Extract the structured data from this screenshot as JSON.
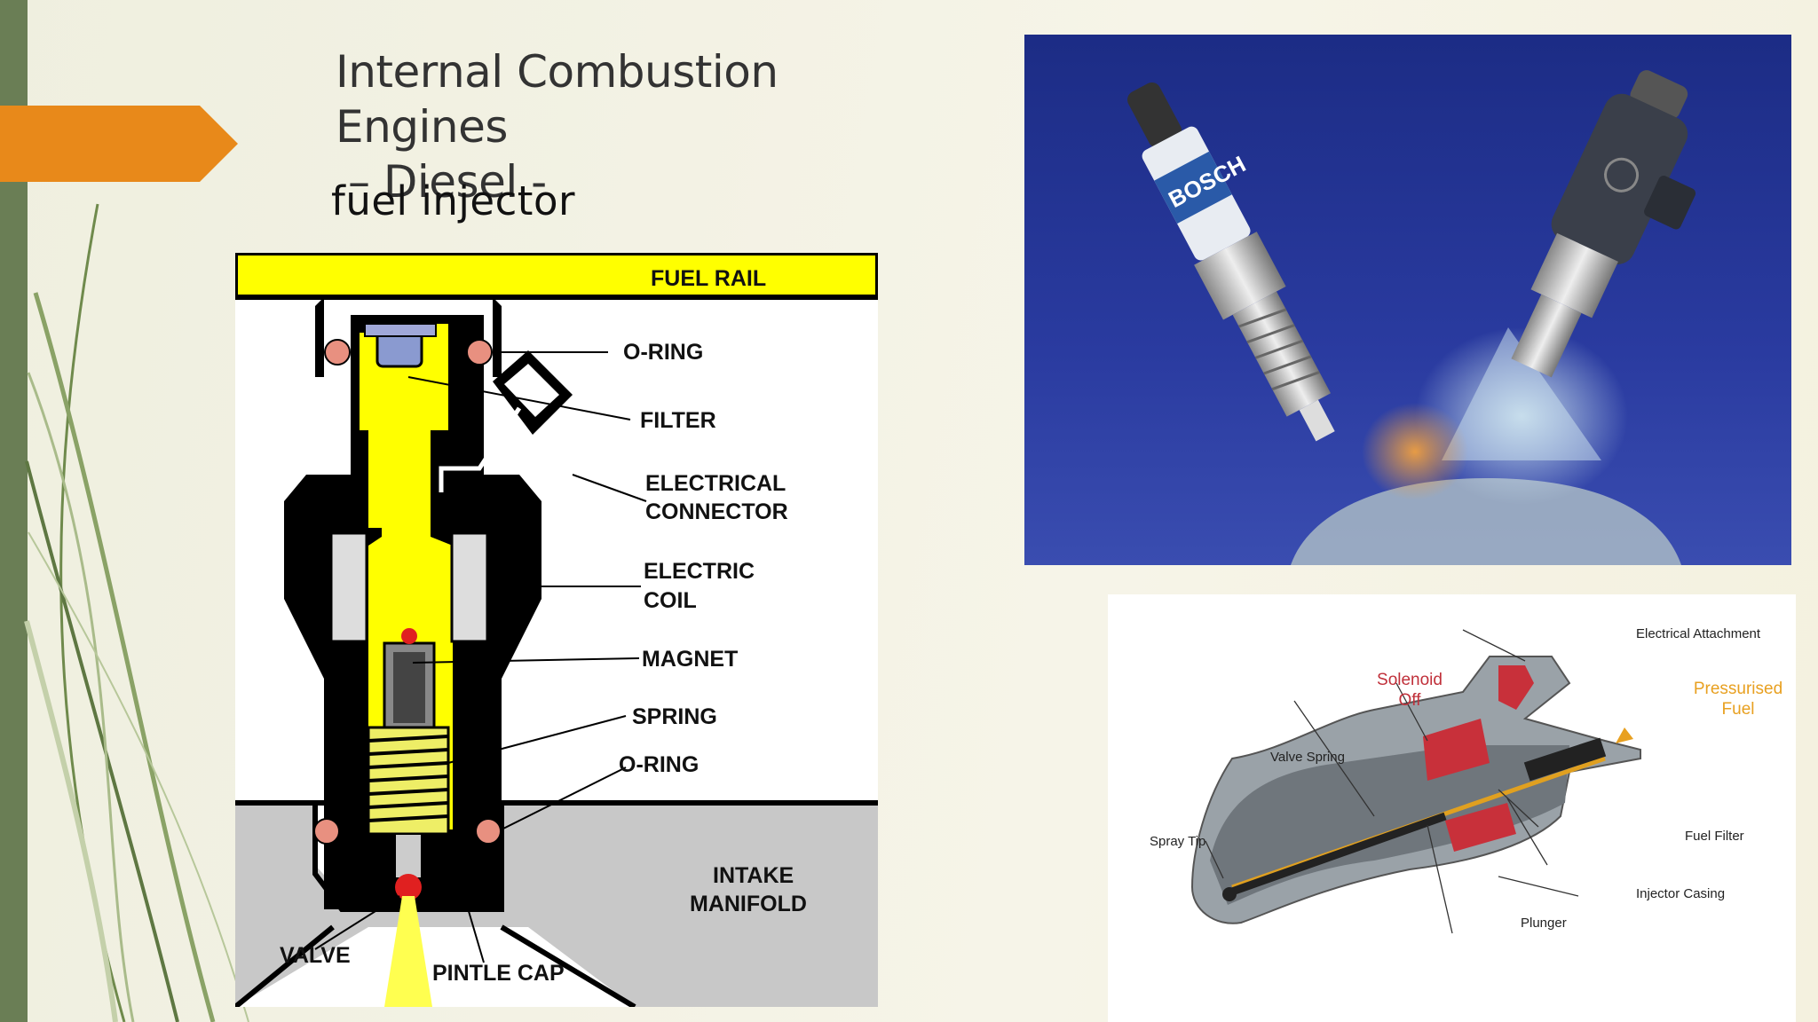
{
  "slide": {
    "title_line1": "Internal Combustion Engines",
    "title_line2": "– Diesel -",
    "subtitle": "fuel injector"
  },
  "main_diagram": {
    "fuel_rail": "FUEL RAIL",
    "o_ring_top": "O-RING",
    "filter": "FILTER",
    "electrical_connector_1": "ELECTRICAL",
    "electrical_connector_2": "CONNECTOR",
    "electric_coil_1": "ELECTRIC",
    "electric_coil_2": "COIL",
    "magnet": "MAGNET",
    "spring": "SPRING",
    "o_ring_bottom": "O-RING",
    "intake_manifold_1": "INTAKE",
    "intake_manifold_2": "MANIFOLD",
    "valve": "VALVE",
    "pintle_cap": "PINTLE CAP"
  },
  "photo": {
    "brand_text": "BOSCH"
  },
  "cutaway_diagram": {
    "electrical_attachment": "Electrical Attachment",
    "solenoid_1": "Solenoid",
    "solenoid_2": "Off",
    "pressurised_1": "Pressurised",
    "pressurised_2": "Fuel",
    "valve_spring": "Valve Spring",
    "spray_tip": "Spray Tip",
    "fuel_filter": "Fuel Filter",
    "injector_casing": "Injector Casing",
    "plunger": "Plunger"
  },
  "colors": {
    "accent_orange": "#e8891a",
    "left_bar": "#6a7e55",
    "fuel_yellow": "#ffff00",
    "photo_blue": "#1f2f86",
    "label_red": "#c0303a",
    "label_orange": "#e8a020"
  }
}
